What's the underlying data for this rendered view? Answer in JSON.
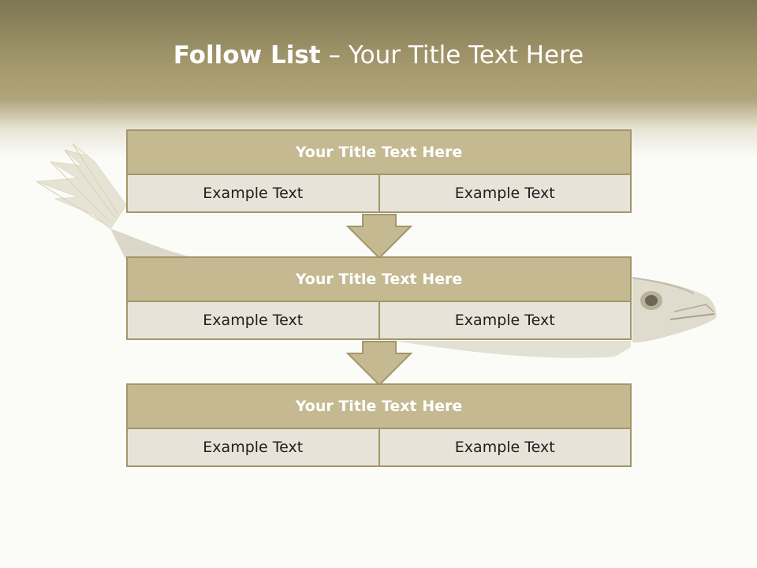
{
  "slide": {
    "title_bold": "Follow List",
    "title_rest": " – Your Title Text Here"
  },
  "blocks": [
    {
      "title": "Your Title Text Here",
      "left": "Example Text",
      "right": "Example Text"
    },
    {
      "title": "Your Title Text Here",
      "left": "Example Text",
      "right": "Example Text"
    },
    {
      "title": "Your Title Text Here",
      "left": "Example Text",
      "right": "Example Text"
    }
  ],
  "colors": {
    "accent": "#a2966a",
    "block_title_bg": "#c4b991",
    "cell_bg": "#e7e3d8"
  }
}
